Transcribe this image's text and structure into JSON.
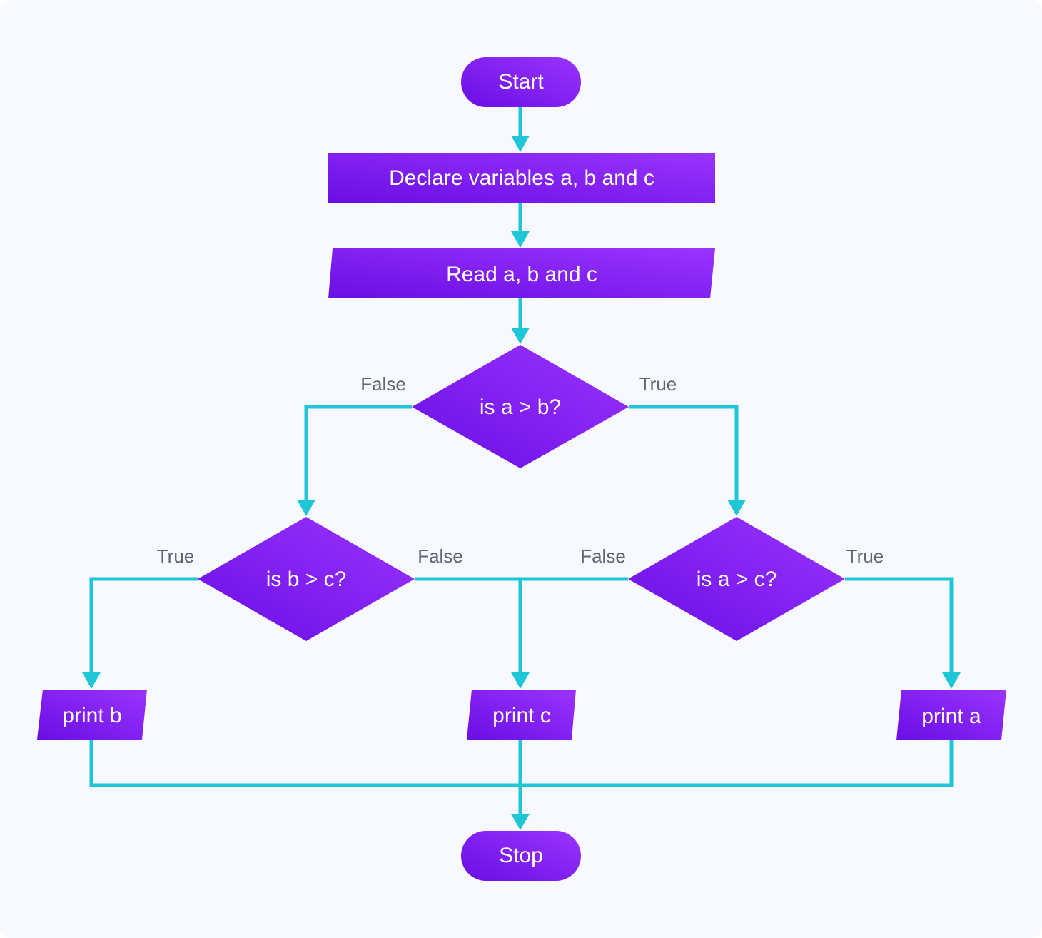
{
  "colors": {
    "background": "#f8f9fe",
    "node_fill_light": "#9a34ff",
    "node_fill_dark": "#6a0ee4",
    "connector": "#1fc6d6",
    "label": "#5f6577"
  },
  "nodes": {
    "start": "Start",
    "declare": "Declare variables a, b and c",
    "read": "Read a, b and c",
    "decision_ab": "is a > b?",
    "decision_bc": "is b > c?",
    "decision_ac": "is a > c?",
    "print_b": "print b",
    "print_c": "print c",
    "print_a": "print a",
    "stop": "Stop"
  },
  "edge_labels": {
    "ab_false": "False",
    "ab_true": "True",
    "bc_true": "True",
    "bc_false": "False",
    "ac_false": "False",
    "ac_true": "True"
  }
}
